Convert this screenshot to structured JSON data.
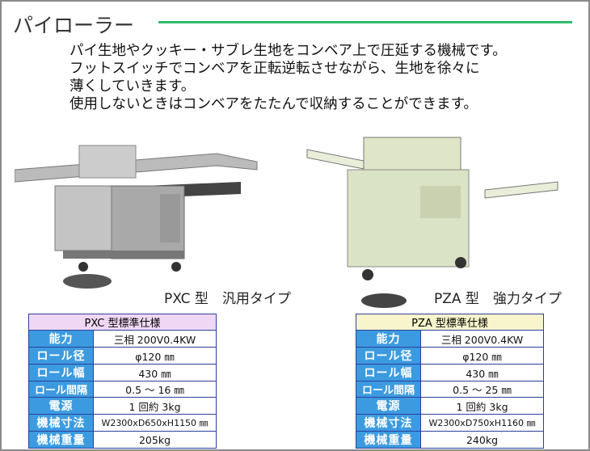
{
  "title": "パイローラー",
  "description": [
    "パイ生地やクッキー・サブレ生地をコンベア上で圧延する機械です。",
    "フットスイッチでコンベアを正転逆転させながら、生地を徐々に",
    "薄くしていきます。",
    "使用しないときはコンベアをたたんで収納することができます。"
  ],
  "products": [
    {
      "caption": "PXC 型　汎用タイプ",
      "table_title": "PXC 型標準仕様",
      "title_color": "#f0d8f4",
      "rows": [
        {
          "label": "能力",
          "value": "三相 200V0.4KW"
        },
        {
          "label": "ロール径",
          "value": "φ120 ㎜"
        },
        {
          "label": "ロール幅",
          "value": "430 ㎜"
        },
        {
          "label": "ロール間隔",
          "value": "0.5 ～ 16 ㎜"
        },
        {
          "label": "電源",
          "value": "1 回約 3kg"
        },
        {
          "label": "機械寸法",
          "value": "W2300xD650xH1150 ㎜"
        },
        {
          "label": "機械重量",
          "value": "205kg"
        }
      ]
    },
    {
      "caption": "PZA 型　強力タイプ",
      "table_title": "PZA 型標準仕様",
      "title_color": "#f8f4cc",
      "rows": [
        {
          "label": "能力",
          "value": "三相 200V0.4KW"
        },
        {
          "label": "ロール径",
          "value": "φ120 ㎜"
        },
        {
          "label": "ロール幅",
          "value": "430 ㎜"
        },
        {
          "label": "ロール間隔",
          "value": "0.5 ～ 25 ㎜"
        },
        {
          "label": "電源",
          "value": "1 回約 3kg"
        },
        {
          "label": "機械寸法",
          "value": "W2300xD750xH1160 ㎜"
        },
        {
          "label": "機械重量",
          "value": "240kg"
        }
      ]
    }
  ]
}
